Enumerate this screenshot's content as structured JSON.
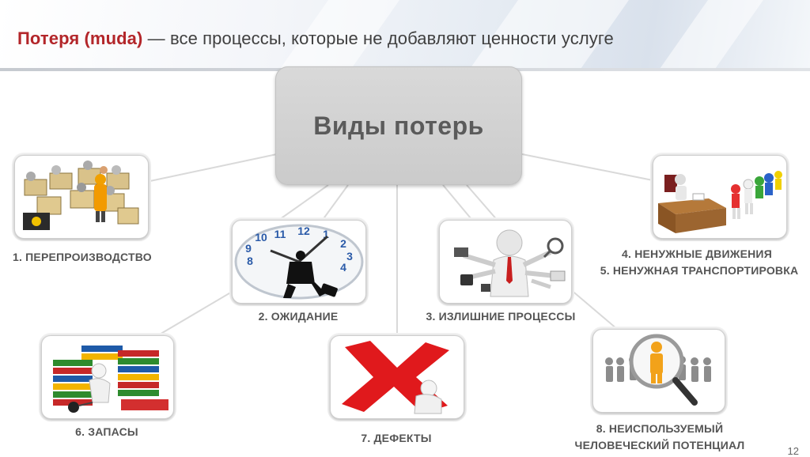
{
  "title": {
    "highlight": "Потеря (muda)",
    "rest": " — все процессы, которые не добавляют ценности услуге"
  },
  "center": {
    "label": "Виды потерь"
  },
  "items": [
    {
      "label": "1. ПЕРЕПРОИЗВОДСТВО"
    },
    {
      "label": "2. ОЖИДАНИЕ"
    },
    {
      "label": "3. ИЗЛИШНИЕ ПРОЦЕССЫ"
    },
    {
      "label_line1": "4. НЕНУЖНЫЕ ДВИЖЕНИЯ",
      "label_line2": "5. НЕНУЖНАЯ ТРАНСПОРТИРОВКА"
    },
    {
      "label": "6. ЗАПАСЫ"
    },
    {
      "label": "7. ДЕФЕКТЫ"
    },
    {
      "label_line1": "8. НЕИСПОЛЬЗУЕМЫЙ",
      "label_line2": "ЧЕЛОВЕЧЕСКИЙ ПОТЕНЦИАЛ"
    }
  ],
  "clock_numbers": [
    "11",
    "12",
    "1",
    "2",
    "3",
    "4",
    "8",
    "9",
    "10"
  ],
  "page_number": "12",
  "colors": {
    "accent_red": "#b3262a",
    "title_gray": "#404040",
    "label_gray": "#555555",
    "center_box": "#d0d0d0",
    "connector": "#d8d8d8"
  },
  "icons": [
    "boxes-workers-illustration",
    "clock-worker-illustration",
    "multitasking-person-illustration",
    "desk-people-illustration",
    "books-stack-illustration",
    "red-cross-illustration",
    "magnifier-people-illustration"
  ]
}
